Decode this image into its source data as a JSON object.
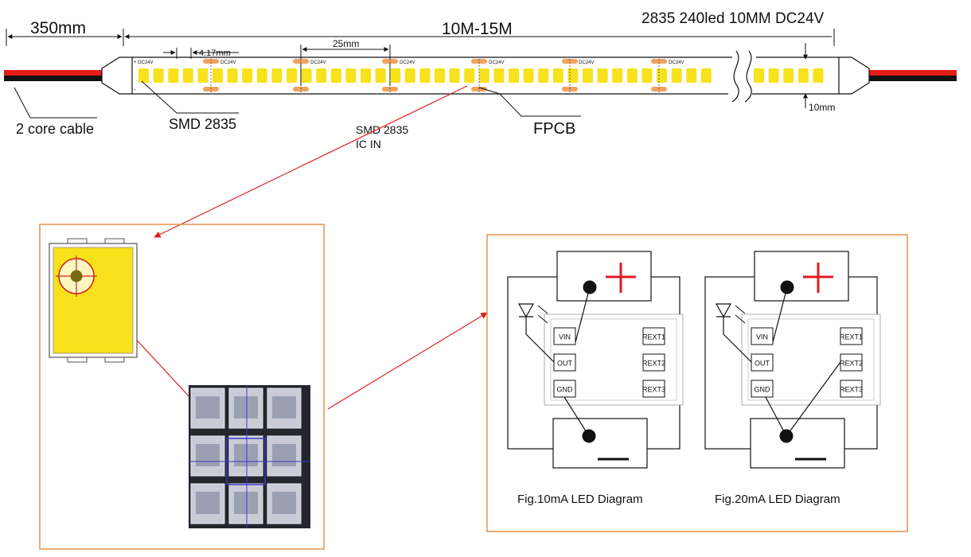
{
  "strip": {
    "total_length": "10M-15M",
    "spec": "2835 240led 10MM DC24V",
    "lead_length": "350mm",
    "led_pitch": "4.17mm",
    "cut_length": "25mm",
    "width": "10mm",
    "segment_label": "+ DC24V",
    "cable_label": "2 core cable",
    "smd_label": "SMD 2835",
    "ic_label_line1": "SMD 2835",
    "ic_label_line2": "IC IN",
    "fpcb_label": "FPCB"
  },
  "diagrams": [
    {
      "caption": "Fig.10mA  LED Diagram",
      "pins": {
        "vin": "VIN",
        "out": "OUT",
        "gnd": "GND",
        "rext1": "REXT1",
        "rext2": "REXT2",
        "rext3": "REXT3"
      }
    },
    {
      "caption": "Fig.20mA  LED Diagram",
      "pins": {
        "vin": "VIN",
        "out": "OUT",
        "gnd": "GND",
        "rext1": "REXT1",
        "rext2": "REXT2",
        "rext3": "REXT3"
      }
    }
  ],
  "colors": {
    "led": "#f7e21c",
    "solder_pad": "#f0a35f",
    "frame_orange": "#e8914a",
    "arrow_red": "#e02020",
    "cable_red": "#e41b17",
    "plus_red": "#e21b1b"
  }
}
